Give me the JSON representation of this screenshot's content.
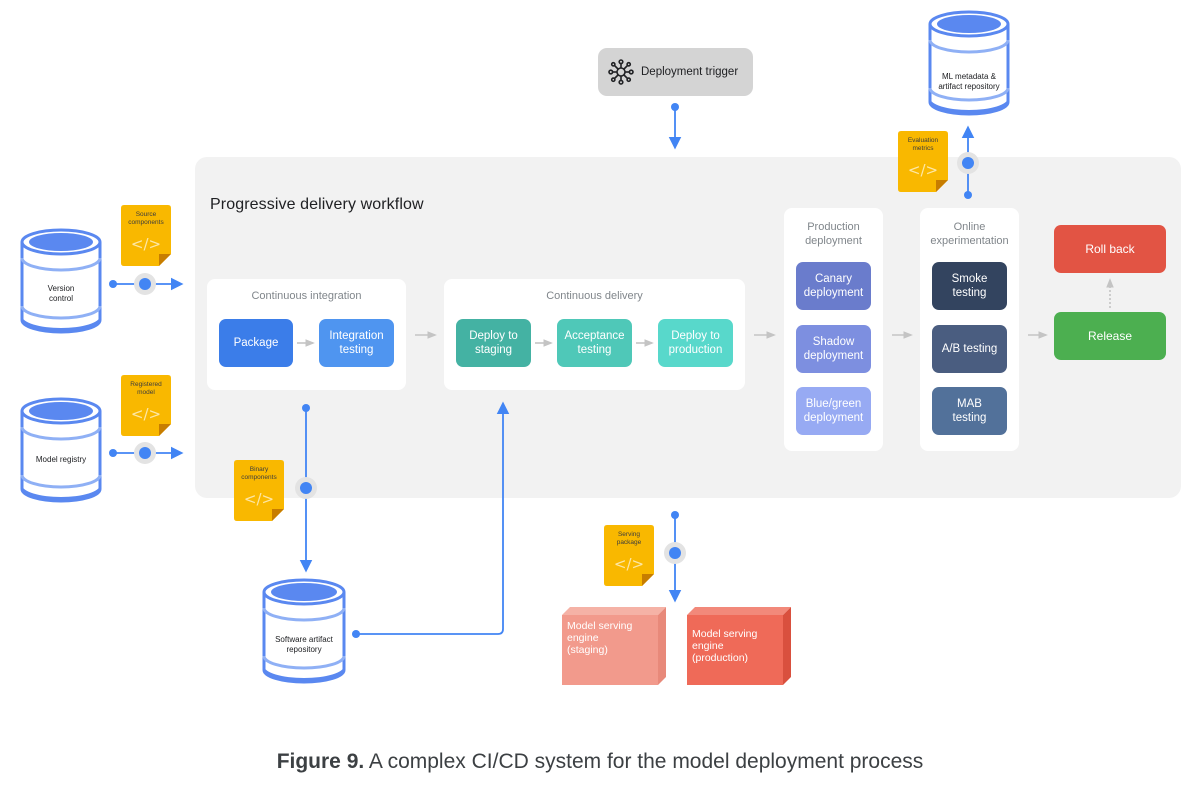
{
  "diagram": {
    "panel_title": "Progressive delivery workflow",
    "trigger": {
      "label": "Deployment trigger",
      "icon": "hub-network-icon"
    },
    "stores": {
      "version_control": "Version\ncontrol",
      "model_registry": "Model registry",
      "ml_metadata": "ML metadata &\nartifact repository",
      "software_artifact": "Software artifact\nrepository"
    },
    "notes": {
      "source_components": "Source\ncomponents",
      "registered_model": "Registered\nmodel",
      "binary_components": "Binary\ncomponents",
      "evaluation_metrics": "Evaluation\nmetrics",
      "serving_package": "Serving\npackage",
      "code_glyph": "</>"
    },
    "groups": {
      "ci": {
        "title": "Continuous integration",
        "steps": [
          "Package",
          "Integration\ntesting"
        ]
      },
      "cd": {
        "title": "Continuous delivery",
        "steps": [
          "Deploy to\nstaging",
          "Acceptance\ntesting",
          "Deploy to\nproduction"
        ]
      },
      "production": {
        "title": "Production\ndeployment",
        "steps": [
          "Canary\ndeployment",
          "Shadow\ndeployment",
          "Blue/green\ndeployment"
        ]
      },
      "online": {
        "title": "Online\nexperimentation",
        "steps": [
          "Smoke\ntesting",
          "A/B testing",
          "MAB\ntesting"
        ]
      }
    },
    "outcomes": {
      "roll_back": "Roll back",
      "release": "Release"
    },
    "serving_engines": {
      "staging": "Model serving\nengine\n(staging)",
      "production": "Model serving\nengine\n(production)"
    },
    "colors": {
      "connector": "#4285f4",
      "package": "#3b7de9",
      "integration": "#4f95f0",
      "deploy_staging": "#44b2a3",
      "acceptance": "#4fc8b8",
      "deploy_production": "#58d8cb",
      "canary": "#6a7ccc",
      "shadow": "#7d8fe0",
      "bluegreen": "#97aaf3",
      "smoke": "#33445f",
      "ab": "#4a5d80",
      "mab": "#52719a",
      "roll_back": "#e25444",
      "release": "#4caf50",
      "note": "#f9b800",
      "engine_staging": "#f29a8c",
      "engine_production": "#ef6a58"
    }
  },
  "caption": {
    "label": "Figure 9.",
    "text": " A complex CI/CD system for the model deployment process"
  }
}
